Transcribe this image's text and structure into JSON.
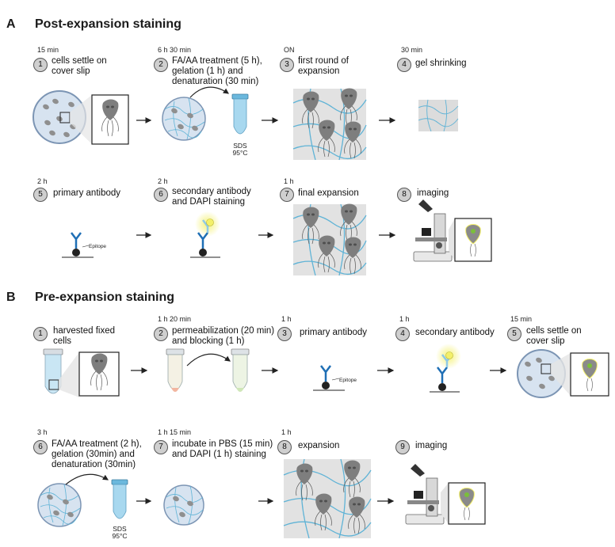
{
  "panelA": {
    "letter": "A",
    "title": "Post-expansion staining",
    "steps": [
      {
        "num": "1",
        "duration": "15 min",
        "label_lines": [
          "cells settle on",
          "cover slip"
        ]
      },
      {
        "num": "2",
        "duration": "6 h 30 min",
        "label_lines": [
          "FA/AA treatment (5 h),",
          "gelation (1 h) and",
          "denaturation (30 min)"
        ]
      },
      {
        "num": "3",
        "duration": "ON",
        "label_lines": [
          "first round of",
          "expansion"
        ]
      },
      {
        "num": "4",
        "duration": "30 min",
        "label_lines": [
          "gel shrinking"
        ]
      },
      {
        "num": "5",
        "duration": "2 h",
        "label_lines": [
          "primary antibody"
        ]
      },
      {
        "num": "6",
        "duration": "2 h",
        "label_lines": [
          "secondary antibody",
          "and DAPI staining"
        ]
      },
      {
        "num": "7",
        "duration": "1 h",
        "label_lines": [
          "final expansion"
        ]
      },
      {
        "num": "8",
        "duration": "",
        "label_lines": [
          "imaging"
        ]
      }
    ],
    "sds_lines": [
      "SDS",
      "95°C"
    ],
    "epitope": "Epitope"
  },
  "panelB": {
    "letter": "B",
    "title": "Pre-expansion staining",
    "steps": [
      {
        "num": "1",
        "duration": "",
        "label_lines": [
          "harvested fixed",
          "cells"
        ]
      },
      {
        "num": "2",
        "duration": "1 h 20 min",
        "label_lines": [
          "permeabilization (20 min)",
          "and blocking (1 h)"
        ]
      },
      {
        "num": "3",
        "duration": "1 h",
        "label_lines": [
          "primary antibody"
        ]
      },
      {
        "num": "4",
        "duration": "1 h",
        "label_lines": [
          "secondary antibody"
        ]
      },
      {
        "num": "5",
        "duration": "15 min",
        "label_lines": [
          "cells settle on",
          "cover slip"
        ]
      },
      {
        "num": "6",
        "duration": "3 h",
        "label_lines": [
          "FA/AA treatment (2 h),",
          "gelation (30min) and",
          "denaturation (30min)"
        ]
      },
      {
        "num": "7",
        "duration": "1 h 15 min",
        "label_lines": [
          "incubate in PBS (15 min)",
          "and DAPI (1 h) staining"
        ]
      },
      {
        "num": "8",
        "duration": "1 h",
        "label_lines": [
          "expansion"
        ]
      },
      {
        "num": "9",
        "duration": "",
        "label_lines": [
          "imaging"
        ]
      }
    ],
    "sds_lines": [
      "SDS",
      "95°C"
    ],
    "epitope": "Epitope"
  },
  "colors": {
    "gel_blue": "#5fb3d6",
    "tube_blue": "#a8d8ef",
    "antibody_blue": "#1f6fb5",
    "fluor_yellow": "#f3f06a",
    "dapi_green": "#7bbf3a",
    "cell_gray": "#8f8f8f",
    "dish_fill": "#d7e3f0",
    "dish_stroke": "#7c95b4"
  }
}
